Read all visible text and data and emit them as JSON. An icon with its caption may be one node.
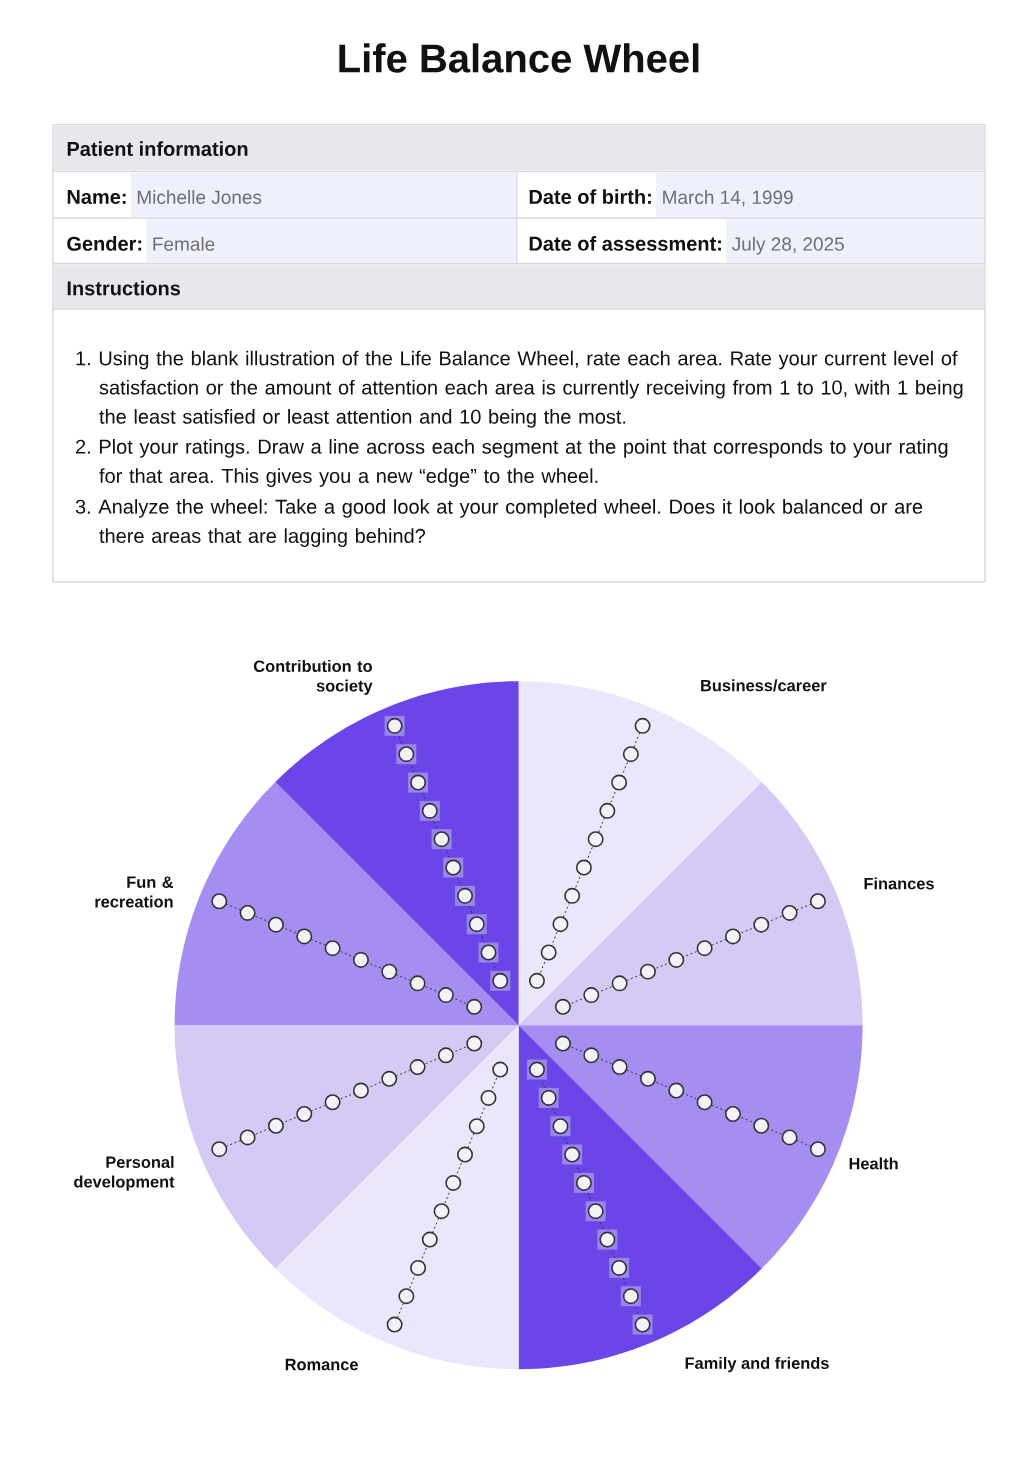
{
  "diagram": {
    "title": "Life Balance Wheel",
    "nodes": [
      {
        "text": [
          "Business/career"
        ]
      },
      {
        "text": [
          "Finances"
        ]
      },
      {
        "text": [
          "Health"
        ]
      },
      {
        "text": [
          "Family and friends"
        ]
      },
      {
        "text": [
          "Romance"
        ]
      },
      {
        "text": [
          "Personal development"
        ]
      },
      {
        "text": [
          "Fun & recreation"
        ]
      },
      {
        "text": [
          "Contribution to society"
        ]
      }
    ],
    "labels": [
      "Patient information",
      "Name:",
      "Michelle Jones",
      "Date of birth:",
      "March 14, 1999",
      "Gender:",
      "Female",
      "Date of assessment:",
      "July 28, 2025",
      "Instructions",
      "1. Using the blank illustration of the Life Balance Wheel, rate each area. Rate your current level of satisfaction or the amount of attention each area is currently receiving from 1 to 10, with 1 being the least satisfied or least attention and 10 being the most.",
      "2. Plot your ratings. Draw a line across each segment at the point that corresponds to your rating for that area. This gives you a new “edge” to the wheel.",
      "3. Analyze the wheel: Take a good look at your completed wheel. Does it look balanced or are there areas that are lagging behind?"
    ]
  }
}
